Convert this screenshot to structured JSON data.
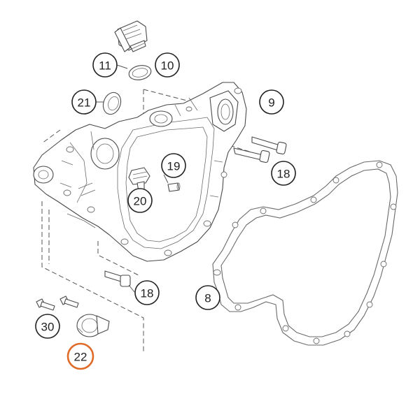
{
  "highlight_color": "#e06a28",
  "callouts": {
    "c11": "11",
    "c10": "10",
    "c21": "21",
    "c9": "9",
    "c19": "19",
    "c18a": "18",
    "c20": "20",
    "c18b": "18",
    "c8": "8",
    "c30": "30",
    "c22": "22"
  },
  "parts": [
    "oil-filler-plug",
    "o-ring",
    "shaft-seal",
    "clutch-cover",
    "dowel-pin",
    "cover-bolt",
    "oil-level-sight-glass",
    "cover-gasket",
    "screw",
    "oil-pump-cover"
  ]
}
